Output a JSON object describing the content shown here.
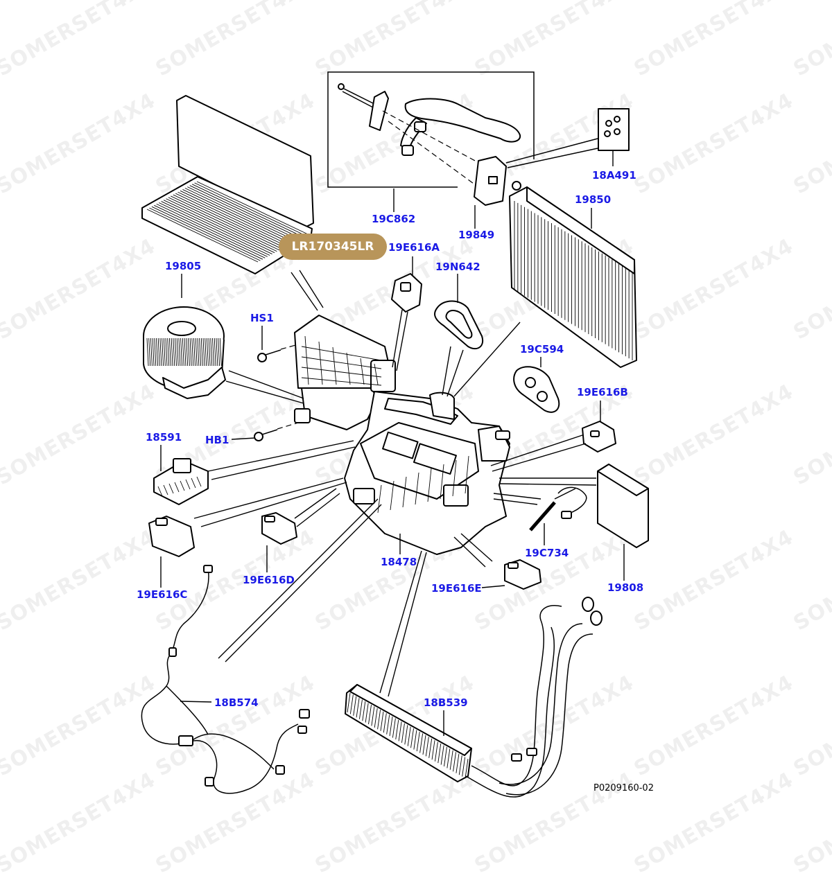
{
  "diagram": {
    "part_number_badge": "LR170345LR",
    "drawing_code": "P0209160-02",
    "watermark": "SOMERSET4X4",
    "label_color": "#1a1ae6",
    "badge_color": "#b8955a",
    "labels": {
      "18A491": "18A491",
      "19C862": "19C862",
      "19849": "19849",
      "19850": "19850",
      "19E616A": "19E616A",
      "19N642": "19N642",
      "19805": "19805",
      "HS1": "HS1",
      "19C594": "19C594",
      "19E616B": "19E616B",
      "18591": "18591",
      "HB1": "HB1",
      "19E616C": "19E616C",
      "19E616D": "19E616D",
      "18478": "18478",
      "19C734": "19C734",
      "19E616E": "19E616E",
      "19808": "19808",
      "18B574": "18B574",
      "18B539": "18B539"
    }
  }
}
